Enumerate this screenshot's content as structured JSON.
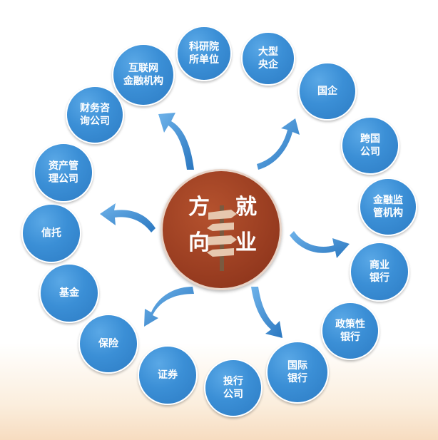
{
  "center": {
    "left_chars": [
      "方",
      "向"
    ],
    "right_chars": [
      "就",
      "业"
    ]
  },
  "nodes": [
    {
      "id": "keyanyuan",
      "label": "科研院\n所单位"
    },
    {
      "id": "daxing",
      "label": "大型\n央企"
    },
    {
      "id": "guoqi",
      "label": "国企"
    },
    {
      "id": "kuaguo",
      "label": "跨国\n公司"
    },
    {
      "id": "jinrongjianguan",
      "label": "金融监\n管机构"
    },
    {
      "id": "shangye",
      "label": "商业\n银行"
    },
    {
      "id": "zhengcexing",
      "label": "政策性\n银行"
    },
    {
      "id": "guoji",
      "label": "国际\n银行"
    },
    {
      "id": "touhang",
      "label": "投行\n公司"
    },
    {
      "id": "zhengquan",
      "label": "证券"
    },
    {
      "id": "baoxian",
      "label": "保险"
    },
    {
      "id": "jijin",
      "label": "基金"
    },
    {
      "id": "xintuo",
      "label": "信托"
    },
    {
      "id": "zichanguanli",
      "label": "资产管\n理公司"
    },
    {
      "id": "caiwuzixun",
      "label": "财务咨\n询公司"
    },
    {
      "id": "hulianwang",
      "label": "互联网\n金融机构"
    }
  ],
  "colors": {
    "node_blue": "#3b8fd6",
    "center_brown": "#9c3f22",
    "arrow_blue": "#2f80c8"
  }
}
